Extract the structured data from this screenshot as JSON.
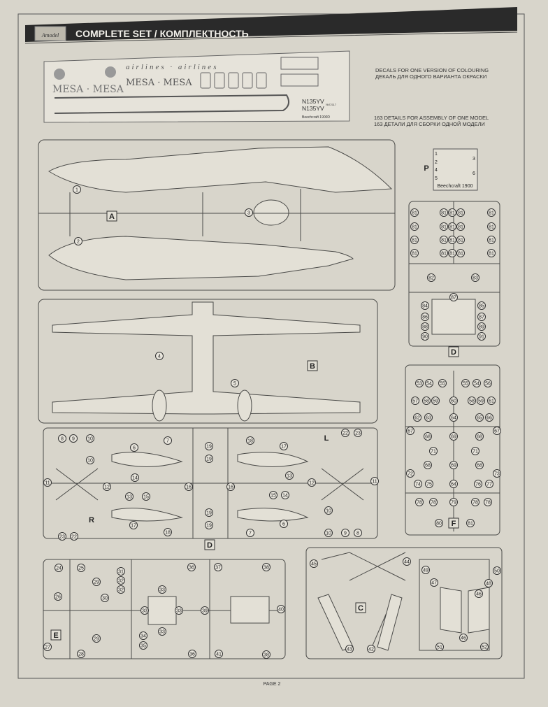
{
  "header": {
    "logo": "Amodel",
    "title": "COMPLETE SET / КОМПЛЕКТНОСТЬ"
  },
  "decals": {
    "airlines": "airlines · airlines",
    "mesa_left": "MESA · MESA",
    "mesa_right": "MESA · MESA",
    "reg1": "N135YV",
    "reg2": "N135YV",
    "model": "Beechcraft 1900D",
    "code": "№72117"
  },
  "info": {
    "decals_en": "DECALS FOR ONE VERSION OF COLOURING",
    "decals_ru": "ДЕКАЛЬ ДЛЯ ОДНОГО ВАРИАНТА ОКРАСКИ",
    "details_en": "163 DETAILS FOR ASSEMBLY OF ONE MODEL",
    "details_ru": "163 ДЕТАЛИ ДЛЯ СБОРКИ ОДНОЙ МОДЕЛИ"
  },
  "photoetch": {
    "letter": "P",
    "items": [
      "1",
      "2",
      "3",
      "4",
      "5",
      "6"
    ],
    "caption": "Beechcraft 1900"
  },
  "sprues": [
    {
      "letter": "A",
      "parts": [
        "1",
        "2",
        "3"
      ]
    },
    {
      "letter": "B",
      "parts": [
        "4",
        "5"
      ]
    },
    {
      "letter": "D",
      "sub_letters": [
        "L",
        "R"
      ],
      "parts": [
        "8",
        "9",
        "10",
        "10",
        "6",
        "7",
        "19",
        "19",
        "18",
        "17",
        "22",
        "23",
        "11",
        "12",
        "14",
        "13",
        "15",
        "16",
        "16",
        "13",
        "12",
        "15",
        "14",
        "11",
        "17",
        "18",
        "19",
        "19",
        "7",
        "6",
        "10",
        "10",
        "9",
        "8",
        "23",
        "22"
      ]
    },
    {
      "letter": "D",
      "parts": [
        "81",
        "81",
        "81",
        "81",
        "81",
        "81",
        "81",
        "81",
        "81",
        "81",
        "81",
        "81",
        "81",
        "81",
        "81",
        "81",
        "81",
        "81",
        "81",
        "81",
        "82",
        "83",
        "87",
        "84",
        "85",
        "86",
        "87",
        "88",
        "89",
        "90",
        "91"
      ]
    },
    {
      "letter": "F",
      "parts": [
        "53",
        "54",
        "55",
        "55",
        "54",
        "56",
        "57",
        "58",
        "59",
        "60",
        "58",
        "59",
        "61",
        "62",
        "63",
        "64",
        "65",
        "66",
        "67",
        "68",
        "69",
        "68",
        "67",
        "71",
        "71",
        "68",
        "69",
        "68",
        "72",
        "73",
        "74",
        "75",
        "64",
        "76",
        "77",
        "78",
        "78",
        "79",
        "78",
        "78",
        "80",
        "81"
      ]
    },
    {
      "letter": "E",
      "parts": [
        "24",
        "25",
        "31",
        "32",
        "32",
        "36",
        "37",
        "38",
        "26",
        "29",
        "30",
        "33",
        "33",
        "33",
        "39",
        "40",
        "29",
        "34",
        "35",
        "33",
        "27",
        "28",
        "36",
        "41",
        "38"
      ]
    },
    {
      "letter": "C",
      "parts": [
        "45",
        "44",
        "49",
        "50",
        "47",
        "48",
        "46",
        "43",
        "42",
        "46",
        "51",
        "52"
      ]
    }
  ],
  "footer": {
    "page": "PAGE 2"
  }
}
